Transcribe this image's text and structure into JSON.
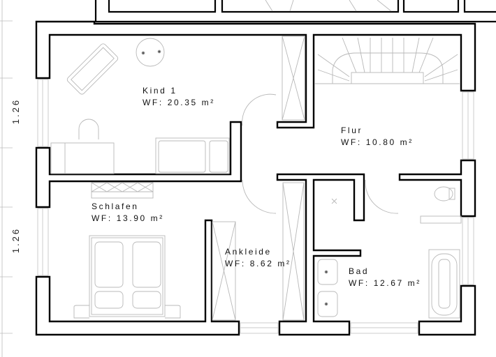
{
  "rooms": [
    {
      "name": "Kind 1",
      "area": "WF: 20.35 m²"
    },
    {
      "name": "Flur",
      "area": "WF: 10.80 m²"
    },
    {
      "name": "Schlafen",
      "area": "WF: 13.90 m²"
    },
    {
      "name": "Ankleide",
      "area": "WF: 8.62 m²"
    },
    {
      "name": "Bad",
      "area": "WF: 12.67 m²"
    }
  ],
  "dimensions": [
    "1.26",
    "1.26"
  ]
}
